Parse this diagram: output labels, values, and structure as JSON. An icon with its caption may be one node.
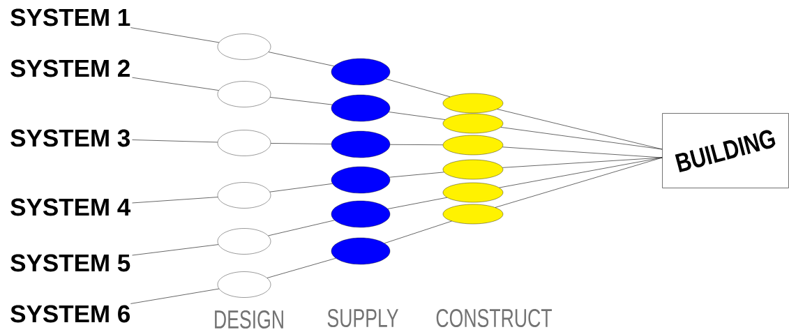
{
  "diagram": {
    "nodes": [
      {
        "text": [
          "SYSTEM 1"
        ]
      },
      {
        "text": [
          "SYSTEM 2"
        ]
      },
      {
        "text": [
          "SYSTEM 3"
        ]
      },
      {
        "text": [
          "SYSTEM 4"
        ]
      },
      {
        "text": [
          "SYSTEM 5"
        ]
      },
      {
        "text": [
          "SYSTEM 6"
        ]
      },
      {
        "text": [],
        "shape": "ellipse"
      },
      {
        "text": [],
        "shape": "ellipse"
      },
      {
        "text": [],
        "shape": "ellipse"
      },
      {
        "text": [],
        "shape": "ellipse"
      },
      {
        "text": [],
        "shape": "ellipse"
      },
      {
        "text": [],
        "shape": "ellipse"
      },
      {
        "text": [],
        "shape": "ellipse"
      },
      {
        "text": [],
        "shape": "ellipse"
      },
      {
        "text": [],
        "shape": "ellipse"
      },
      {
        "text": [],
        "shape": "ellipse"
      },
      {
        "text": [],
        "shape": "ellipse"
      },
      {
        "text": [],
        "shape": "ellipse"
      },
      {
        "text": [],
        "shape": "ellipse"
      },
      {
        "text": [],
        "shape": "ellipse"
      },
      {
        "text": [],
        "shape": "ellipse"
      },
      {
        "text": [],
        "shape": "ellipse"
      },
      {
        "text": [],
        "shape": "ellipse"
      },
      {
        "text": [],
        "shape": "ellipse"
      },
      {
        "text": [
          "BUILDING"
        ]
      }
    ],
    "edges": [
      {
        "from": 0,
        "to": 6,
        "arrow": "none"
      },
      {
        "from": 6,
        "to": 12,
        "arrow": "none"
      },
      {
        "from": 12,
        "to": 18,
        "arrow": "none"
      },
      {
        "from": 18,
        "to": 24,
        "arrow": "none"
      },
      {
        "from": 1,
        "to": 7,
        "arrow": "none"
      },
      {
        "from": 7,
        "to": 13,
        "arrow": "none"
      },
      {
        "from": 13,
        "to": 19,
        "arrow": "none"
      },
      {
        "from": 19,
        "to": 24,
        "arrow": "none"
      },
      {
        "from": 2,
        "to": 8,
        "arrow": "none"
      },
      {
        "from": 8,
        "to": 14,
        "arrow": "none"
      },
      {
        "from": 14,
        "to": 20,
        "arrow": "none"
      },
      {
        "from": 20,
        "to": 24,
        "arrow": "none"
      },
      {
        "from": 3,
        "to": 9,
        "arrow": "none"
      },
      {
        "from": 9,
        "to": 15,
        "arrow": "none"
      },
      {
        "from": 15,
        "to": 21,
        "arrow": "none"
      },
      {
        "from": 21,
        "to": 24,
        "arrow": "none"
      },
      {
        "from": 4,
        "to": 10,
        "arrow": "none"
      },
      {
        "from": 10,
        "to": 16,
        "arrow": "none"
      },
      {
        "from": 16,
        "to": 22,
        "arrow": "none"
      },
      {
        "from": 22,
        "to": 24,
        "arrow": "none"
      },
      {
        "from": 5,
        "to": 11,
        "arrow": "none"
      },
      {
        "from": 11,
        "to": 17,
        "arrow": "none"
      },
      {
        "from": 17,
        "to": 23,
        "arrow": "none"
      },
      {
        "from": 23,
        "to": 24,
        "arrow": "none"
      }
    ],
    "labels": [
      "DESIGN",
      "SUPPLY",
      "CONSTRUCT"
    ]
  }
}
